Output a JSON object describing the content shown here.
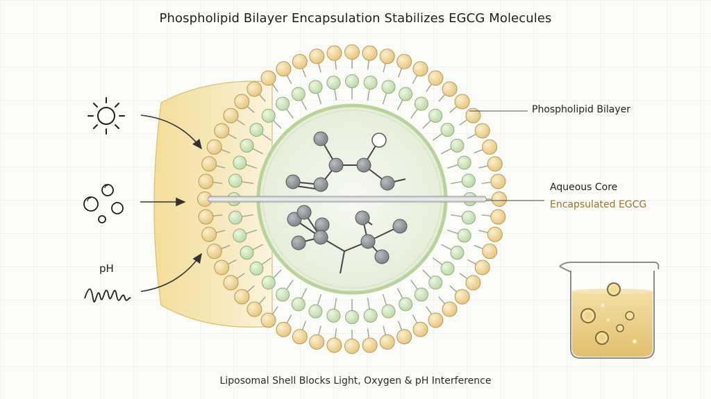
{
  "title": "Phospholipid Bilayer Encapsulation Stabilizes EGCG Molecules",
  "labels": {
    "bilayer": "Phospholipid Bilayer",
    "core": "Aqueous Core",
    "egcg": "Encapsulated EGCG"
  },
  "threats": {
    "light_icon": "sun-icon",
    "oxygen_icon": "bubbles-icon",
    "ph_icon": "ph-wave-icon",
    "ph_label": "pH"
  },
  "caption": "Liposomal Shell Blocks Light, Oxygen & pH Interference",
  "colors": {
    "outer_head": "#efd59a",
    "inner_head": "#cfe5bd",
    "shield": "#f0d98f",
    "core": "#eef3e6",
    "atom": "#8f9296",
    "egcg_text": "#9a7424",
    "liquid": "#eccf7f"
  }
}
